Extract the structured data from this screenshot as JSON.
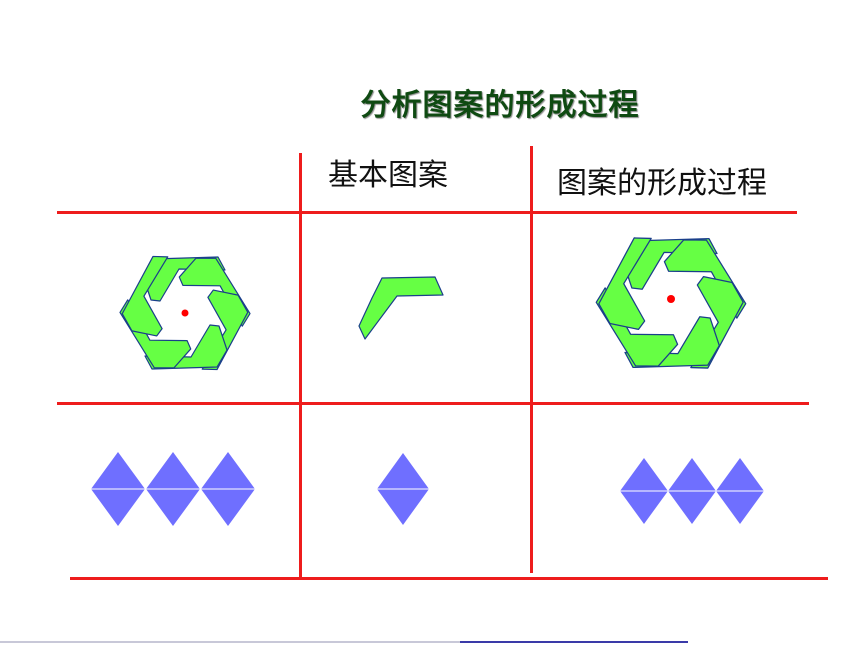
{
  "slide": {
    "title": "分析图案的形成过程",
    "headers": {
      "basic_pattern": "基本图案",
      "formation_process": "图案的形成过程"
    },
    "rows": [
      {
        "name": "pinwheel-row",
        "original_icon": "green-hexagonal-pinwheel-icon",
        "basic_icon": "green-chevron-piece-icon",
        "process_icon": "green-hexagonal-pinwheel-icon",
        "center_mark": "red-rotation-center-dot"
      },
      {
        "name": "diamond-row",
        "original_icon": "three-blue-diamonds-icon",
        "basic_icon": "blue-diamond-icon",
        "process_icon": "three-blue-diamonds-icon"
      }
    ],
    "colors": {
      "grid_line": "#ee1c1c",
      "pinwheel_fill": "#66ff44",
      "pinwheel_stroke": "#1a3f8a",
      "diamond_fill": "#6f6fff",
      "center_dot": "#ff0000",
      "title": "#0f4a12"
    }
  }
}
